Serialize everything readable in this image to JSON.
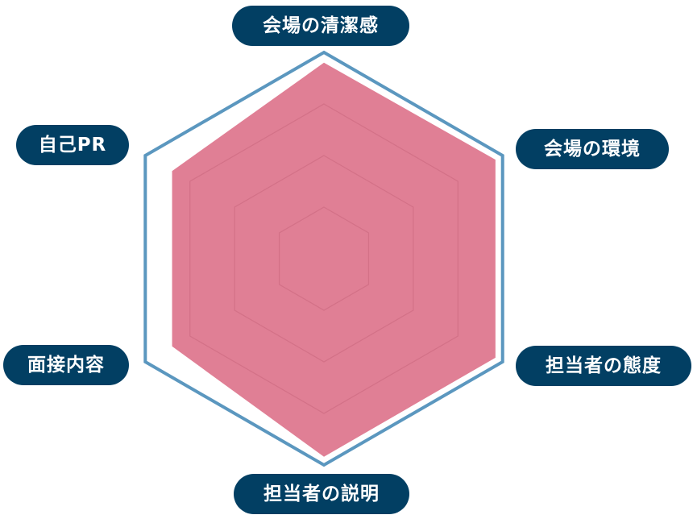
{
  "chart_data": {
    "type": "radar",
    "axes": [
      "会場の清潔感",
      "会場の環境",
      "担当者の態度",
      "担当者の説明",
      "面接内容",
      "自己PR"
    ],
    "values": [
      95,
      96,
      96,
      96,
      85,
      85
    ],
    "range": [
      0,
      100
    ],
    "grid_levels": [
      25,
      50,
      75,
      100
    ],
    "colors": {
      "fill": "#e07f95",
      "outline": "#5b97bf",
      "grid": "#c9687f",
      "label_bg": "#023f63"
    }
  }
}
